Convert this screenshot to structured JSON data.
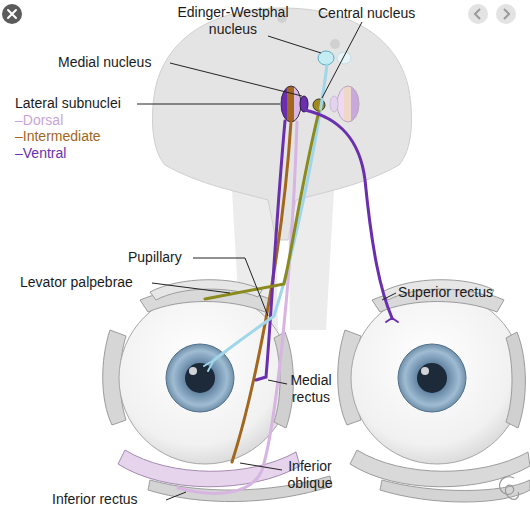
{
  "diagram": {
    "labels": [
      "Edinger-Westphal nucleus",
      "Central nucleus",
      "Medial nucleus",
      "Lateral subnuclei",
      "–Dorsal",
      "–Intermediate",
      "–Ventral",
      "Pupillary",
      "Levator palpebrae",
      "Superior rectus",
      "Medial rectus",
      "Inferior oblique",
      "Inferior rectus"
    ]
  }
}
